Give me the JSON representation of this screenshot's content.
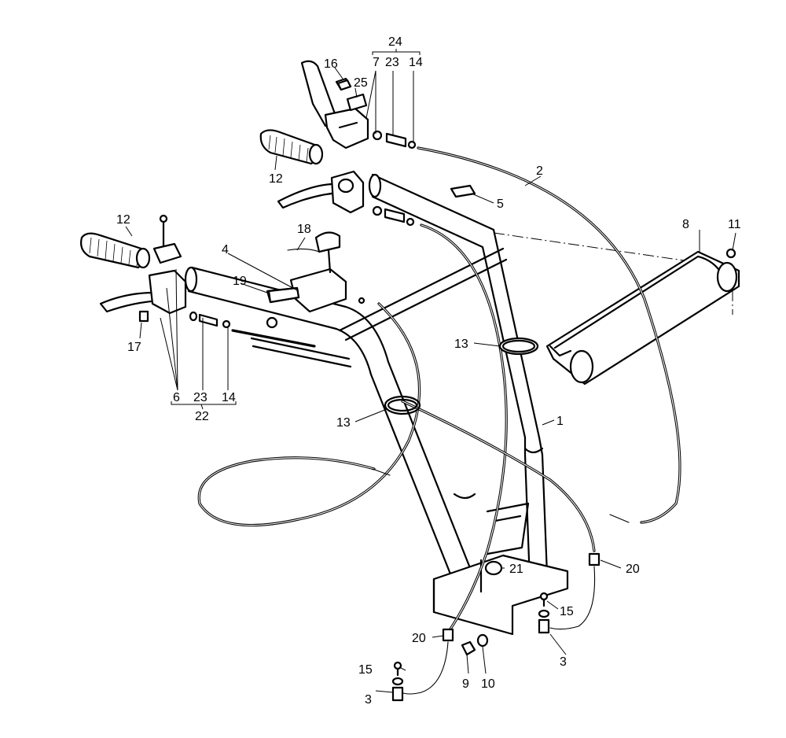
{
  "colors": {
    "ink": "#000000",
    "paper": "#ffffff"
  },
  "callouts": {
    "c1": "1",
    "c2": "2",
    "c3a": "3",
    "c3b": "3",
    "c4": "4",
    "c5": "5",
    "c6": "6",
    "c7": "7",
    "c8": "8",
    "c9": "9",
    "c10": "10",
    "c11": "11",
    "c12a": "12",
    "c12b": "12",
    "c13a": "13",
    "c13b": "13",
    "c14a": "14",
    "c14b": "14",
    "c15a": "15",
    "c15b": "15",
    "c16": "16",
    "c17": "17",
    "c18": "18",
    "c19": "19",
    "c20a": "20",
    "c20b": "20",
    "c21": "21",
    "c22": "22",
    "c23a": "23",
    "c23b": "23",
    "c24": "24",
    "c25": "25"
  }
}
